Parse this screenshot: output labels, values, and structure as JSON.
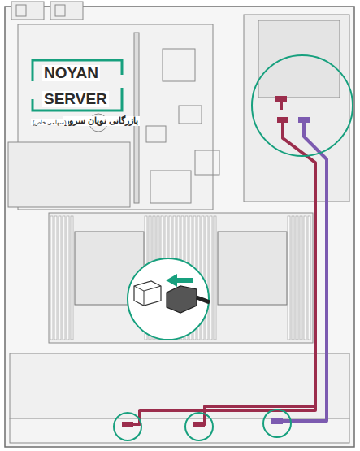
{
  "diagram": {
    "labels": [
      "NOYAN",
      "SERVER",
      "بازرگانی نویان سرور",
      "(سهامی خاص)"
    ]
  }
}
